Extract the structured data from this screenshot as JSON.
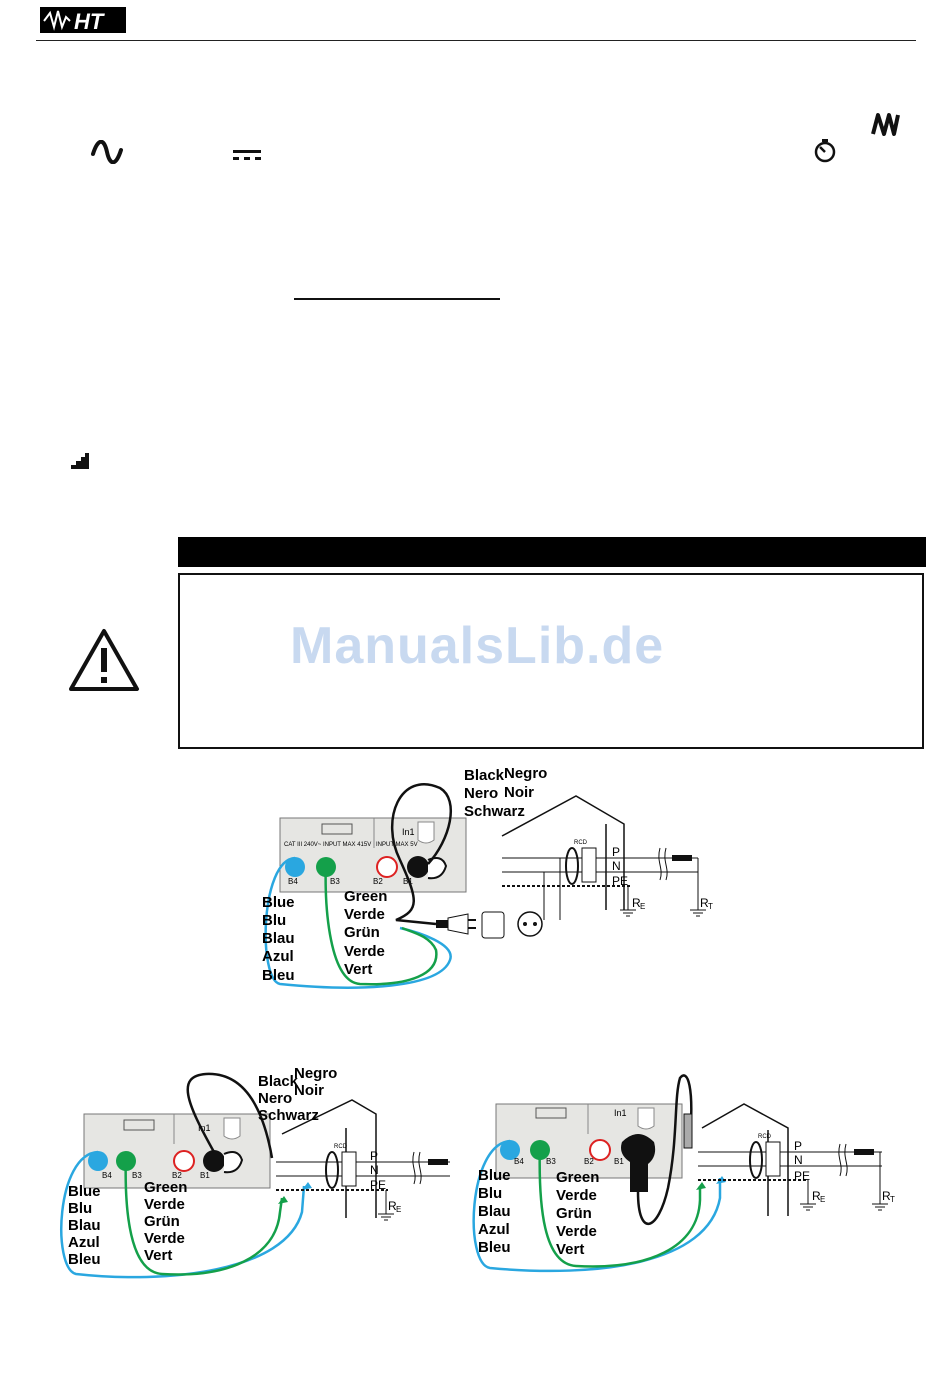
{
  "brand": {
    "logo_text": "HT"
  },
  "warning": {
    "watermark": "ManualsLib.de"
  },
  "diagram1": {
    "black_labels": [
      "Black",
      "Nero",
      "Schwarz"
    ],
    "black_labels2": [
      "Negro",
      "Noir"
    ],
    "blue_labels": [
      "Blue",
      "Blu",
      "Blau",
      "Azul",
      "Bleu"
    ],
    "green_labels": [
      "Green",
      "Verde",
      "Grün",
      "Verde",
      "Vert"
    ],
    "terminals": [
      "B4",
      "B3",
      "B2",
      "B1"
    ],
    "input": "In1",
    "cat_text": "CAT III 240V~  INPUT MAX 415V",
    "input_text": "INPUT MAX 5V",
    "rcd": "RCD",
    "lines": [
      "P",
      "N",
      "PE"
    ],
    "re": "R",
    "re_sub": "E",
    "rt": "R",
    "rt_sub": "T"
  },
  "diagram2": {
    "black_labels": [
      "Black",
      "Nero",
      "Schwarz"
    ],
    "black_labels2": [
      "Negro",
      "Noir"
    ],
    "blue_labels": [
      "Blue",
      "Blu",
      "Blau",
      "Azul",
      "Bleu"
    ],
    "green_labels": [
      "Green",
      "Verde",
      "Grün",
      "Verde",
      "Vert"
    ],
    "terminals": [
      "B4",
      "B3",
      "B2",
      "B1"
    ],
    "input": "In1",
    "rcd": "RCD",
    "lines": [
      "P",
      "N",
      "PE"
    ],
    "re": "R",
    "re_sub": "E"
  },
  "diagram3": {
    "blue_labels": [
      "Blue",
      "Blu",
      "Blau",
      "Azul",
      "Bleu"
    ],
    "green_labels": [
      "Green",
      "Verde",
      "Grün",
      "Verde",
      "Vert"
    ],
    "terminals": [
      "B4",
      "B3",
      "B2",
      "B1"
    ],
    "input": "In1",
    "rcd": "RCD",
    "lines": [
      "P",
      "N",
      "PE"
    ],
    "re": "R",
    "re_sub": "E",
    "rt": "R",
    "rt_sub": "T"
  },
  "colors": {
    "blue_lead": "#2aa7e0",
    "green_lead": "#14a04a",
    "black_lead": "#111111",
    "red_terminal": "#d22",
    "watermark": "#c8d9f0"
  },
  "icons": [
    "sine-wave-icon",
    "dc-symbol-icon",
    "square-wave-icon",
    "timer-icon",
    "ramp-icon",
    "warning-triangle-icon"
  ]
}
